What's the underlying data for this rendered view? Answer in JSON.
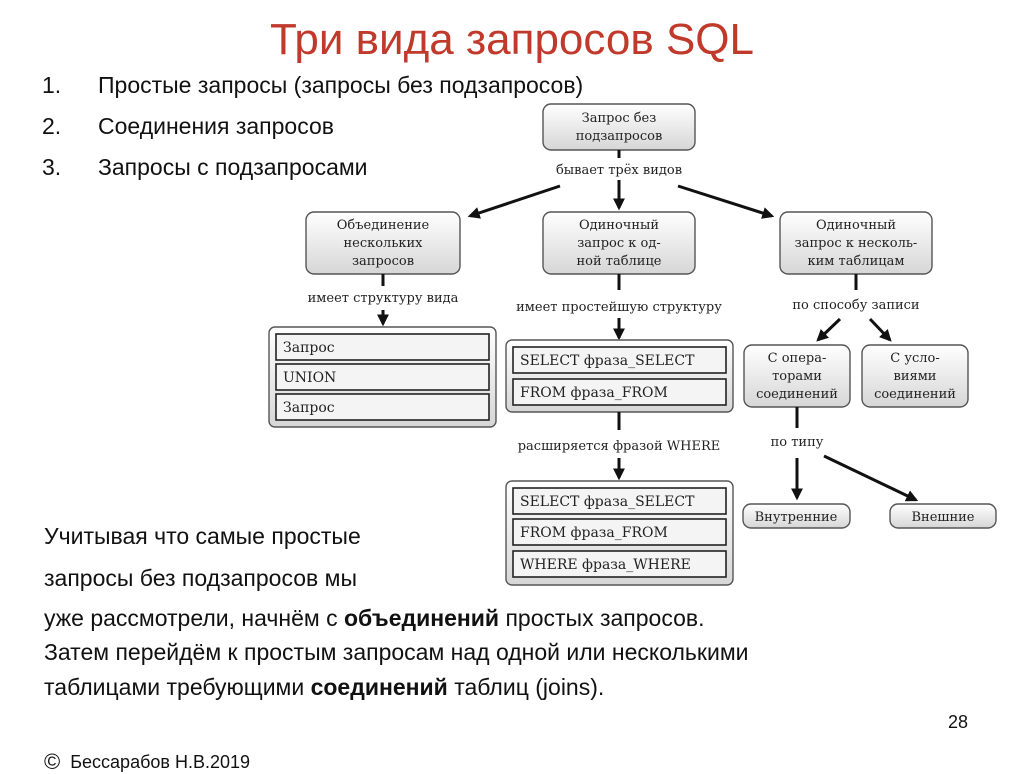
{
  "title": "Три вида запросов SQL",
  "list": [
    {
      "num": "1.",
      "text": "Простые запросы (запросы без подзапросов)"
    },
    {
      "num": "2.",
      "text": "Соединения запросов"
    },
    {
      "num": "3.",
      "text": "Запросы с подзапросами"
    }
  ],
  "diagram": {
    "root": [
      "Запрос без",
      "подзапросов"
    ],
    "root_label": "бывает трёх видов",
    "left": {
      "box": [
        "Объединение",
        "нескольких",
        "запросов"
      ],
      "label": "имеет структуру вида",
      "items": [
        "Запрос",
        "UNION",
        "Запрос"
      ]
    },
    "middle": {
      "box": [
        "Одиночный",
        "запрос к од-",
        "ной таблице"
      ],
      "label": "имеет простейшую структуру",
      "items": [
        "SELECT фраза_SELECT",
        "FROM фраза_FROM"
      ],
      "label2": "расширяется фразой WHERE",
      "items2": [
        "SELECT фраза_SELECT",
        "FROM фраза_FROM",
        "WHERE фраза_WHERE"
      ]
    },
    "right": {
      "box": [
        "Одиночный",
        "запрос к несколь-",
        "ким таблицам"
      ],
      "label": "по способу записи",
      "op_box": [
        "С опера-",
        "торами",
        "соединений"
      ],
      "cond_box": [
        "С усло-",
        "виями",
        "соединений"
      ],
      "label2": "по типу",
      "inner": "Внутренние",
      "outer": "Внешние"
    }
  },
  "paragraph": {
    "line1": "Учитывая что самые простые",
    "line2": "запросы без подзапросов мы",
    "line3_pre": "уже рассмотрели, начнём с ",
    "line3_bold": "объединений",
    "line3_post": " простых запросов.",
    "line4": "Затем перейдём к простым запросам над одной или несколькими",
    "line5_pre": "таблицами требующими ",
    "line5_bold": "соединений",
    "line5_post": " таблиц (joins)."
  },
  "slide_number": "28",
  "copyright_symbol": "©",
  "copyright": "Бессарабов Н.В.2019"
}
